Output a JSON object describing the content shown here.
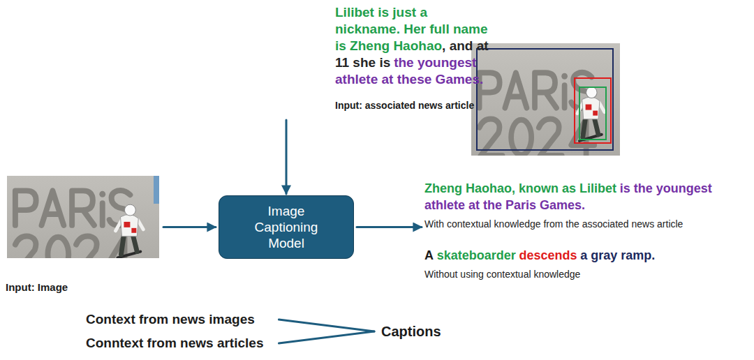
{
  "diagram": {
    "nodes": [
      {
        "text": [
          "Lilibet is just a nickname. Her full name is Zheng Haohao",
          ", and at 11 she is",
          "the youngest athlete at these Games.",
          "Input: associated news article"
        ]
      },
      {
        "text": [
          "Input: Image"
        ]
      },
      {
        "text": [
          "Image Captioning Model"
        ]
      },
      {
        "text": [
          "Zheng Haohao, known as Lilibet",
          "is the youngest athlete at the Paris Games.",
          "With contextual knowledge from the associated news article",
          "A",
          "skateboarder",
          "descends",
          "a gray ramp.",
          "Without using contextual knowledge"
        ]
      },
      {
        "text": [
          "Context from news images"
        ]
      },
      {
        "text": [
          "Conntext from news articles"
        ]
      },
      {
        "text": [
          "Captions"
        ]
      }
    ],
    "edges": [
      {
        "from": 0,
        "to": 2,
        "arrow": "to"
      },
      {
        "from": 1,
        "to": 2,
        "arrow": "to"
      },
      {
        "from": 2,
        "to": 3,
        "arrow": "to"
      },
      {
        "from": 4,
        "to": 6,
        "arrow": "none"
      },
      {
        "from": 5,
        "to": 6,
        "arrow": "none"
      }
    ]
  }
}
